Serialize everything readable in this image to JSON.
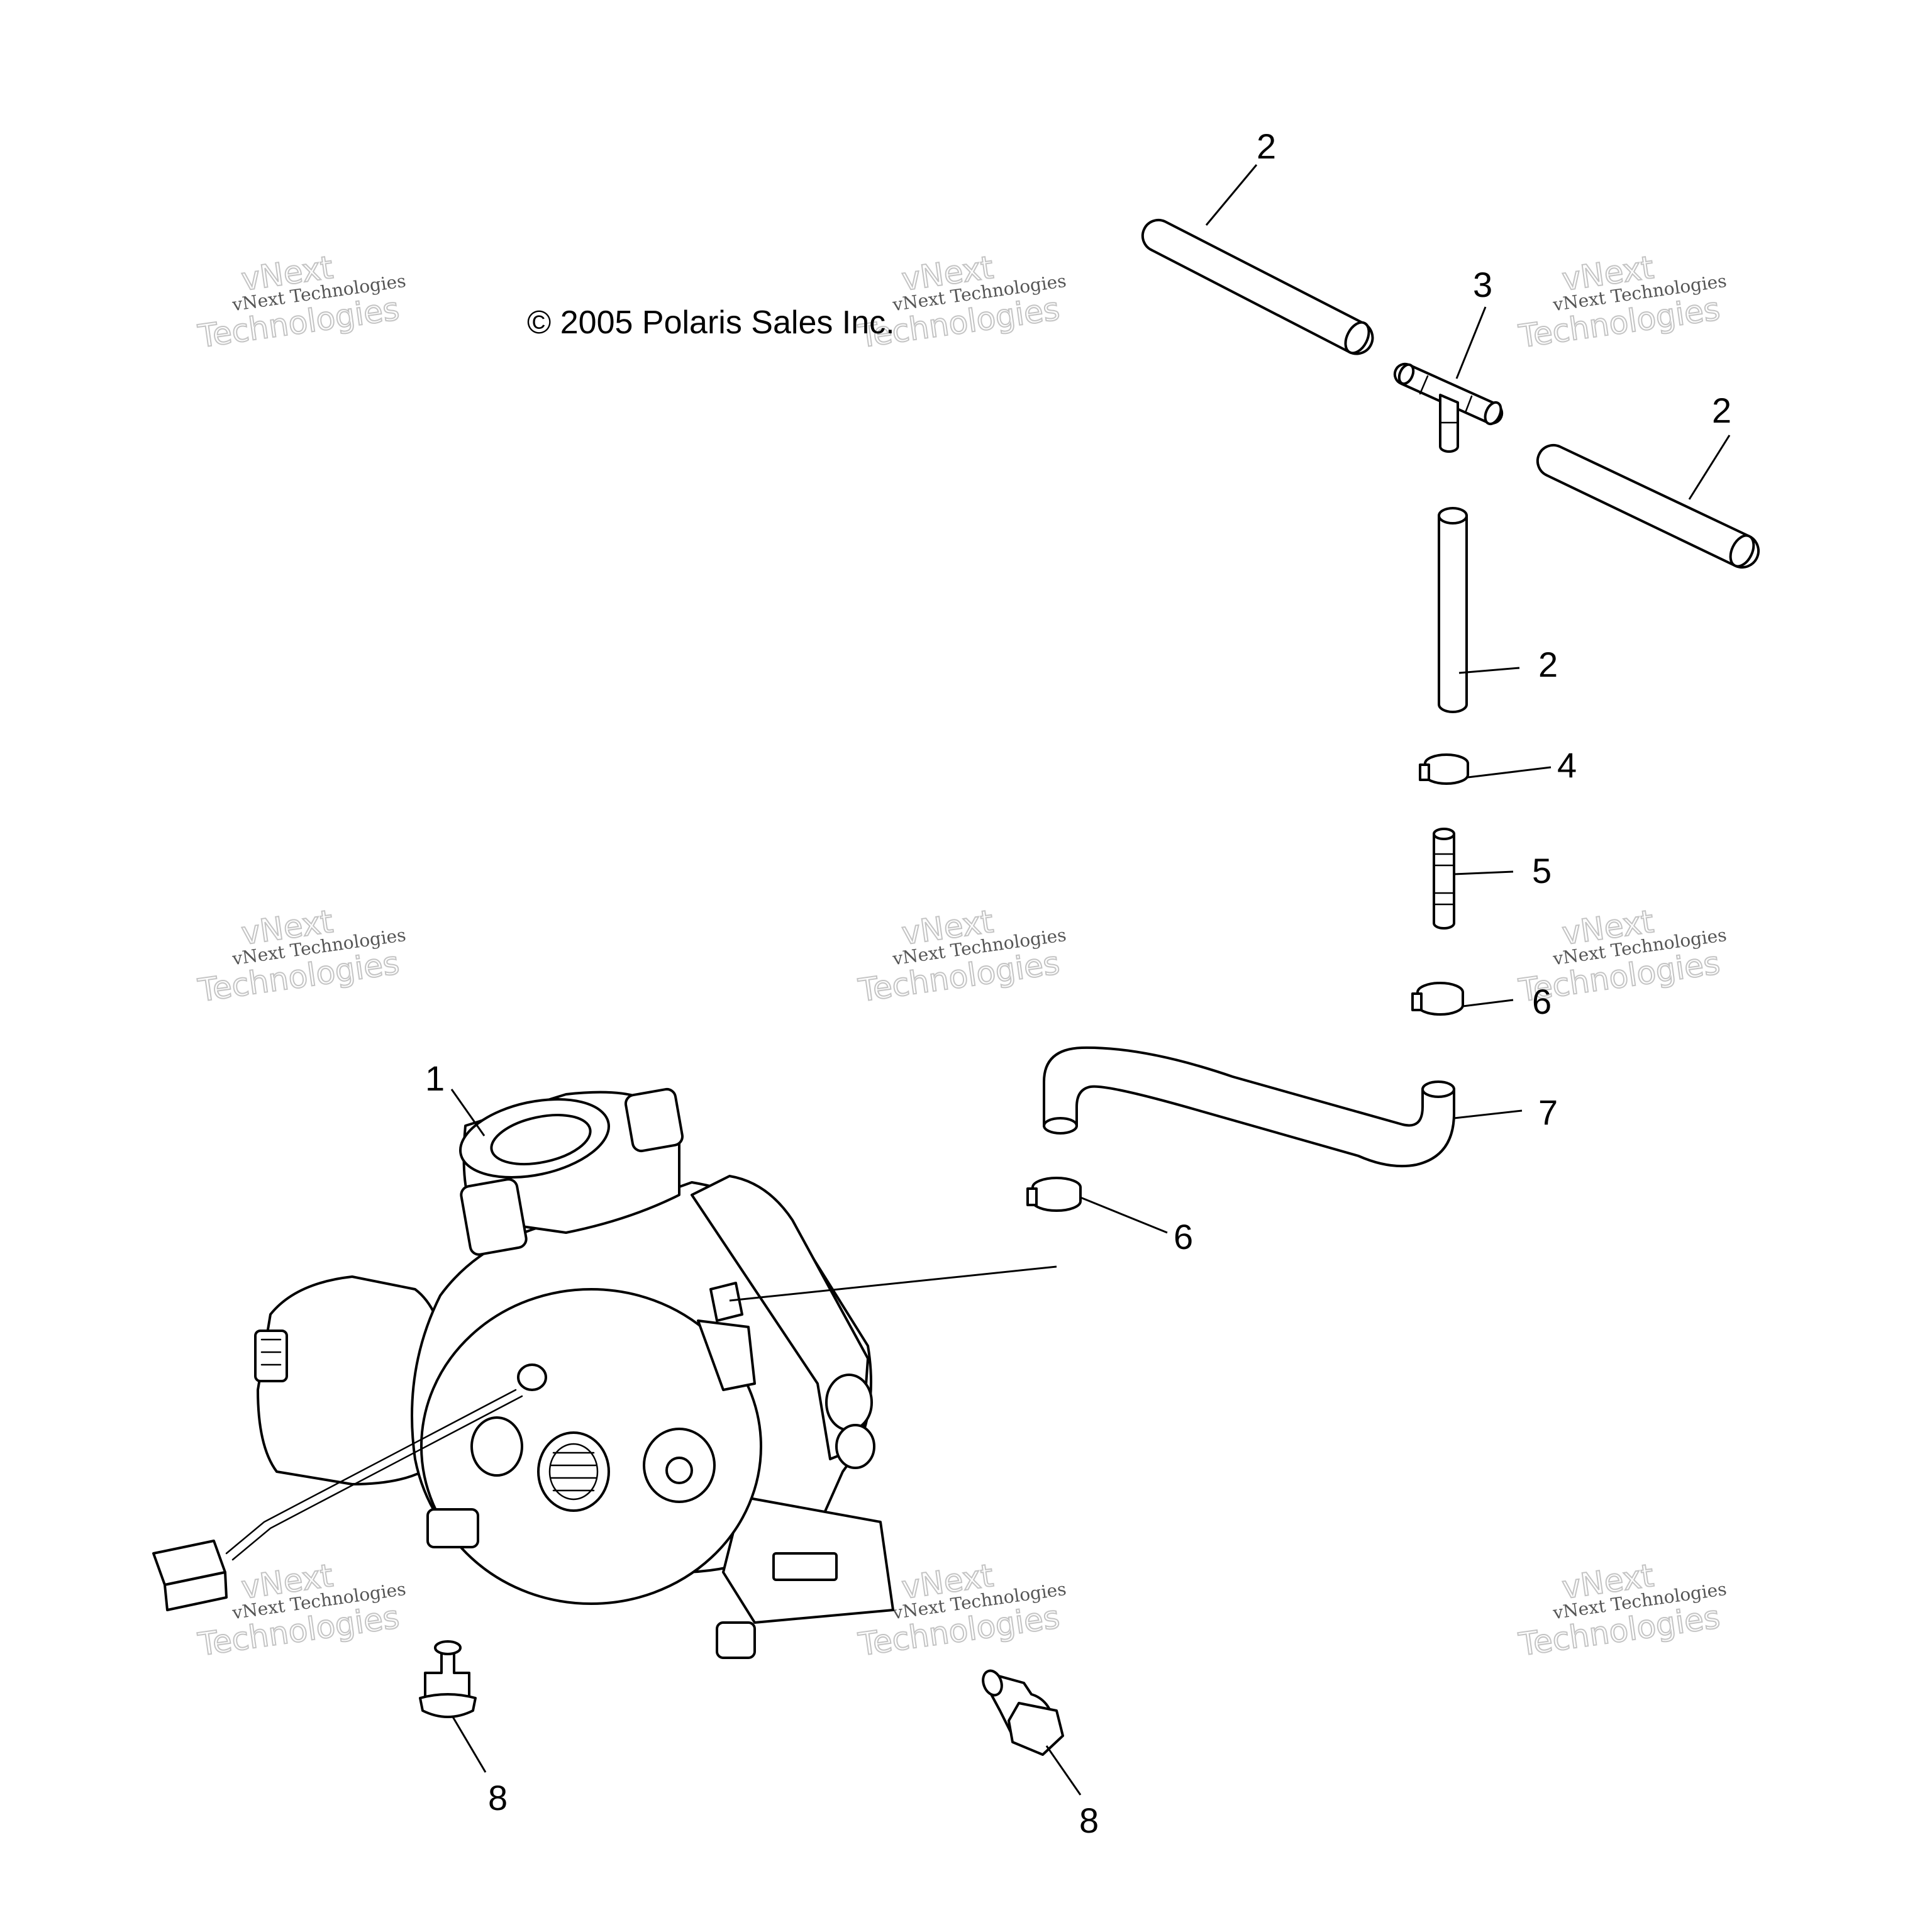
{
  "copyright": "© 2005 Polaris Sales Inc.",
  "watermark": {
    "line1": "vNext Technologies",
    "line2a": "vNext",
    "line2b": "Technologies"
  },
  "callouts": {
    "c1": "1",
    "c2a": "2",
    "c2b": "2",
    "c2c": "2",
    "c3": "3",
    "c4": "4",
    "c5": "5",
    "c6a": "6",
    "c6b": "6",
    "c7": "7",
    "c8a": "8",
    "c8b": "8"
  }
}
